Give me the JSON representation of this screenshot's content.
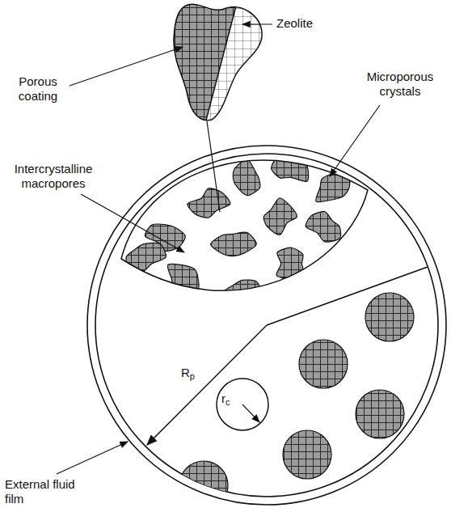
{
  "diagram": {
    "labels": [
      "Porous coating",
      "Zeolite",
      "Microporous crystals",
      "Intercrystalline macropores",
      "Rp",
      "rc",
      "External fluid film"
    ]
  }
}
